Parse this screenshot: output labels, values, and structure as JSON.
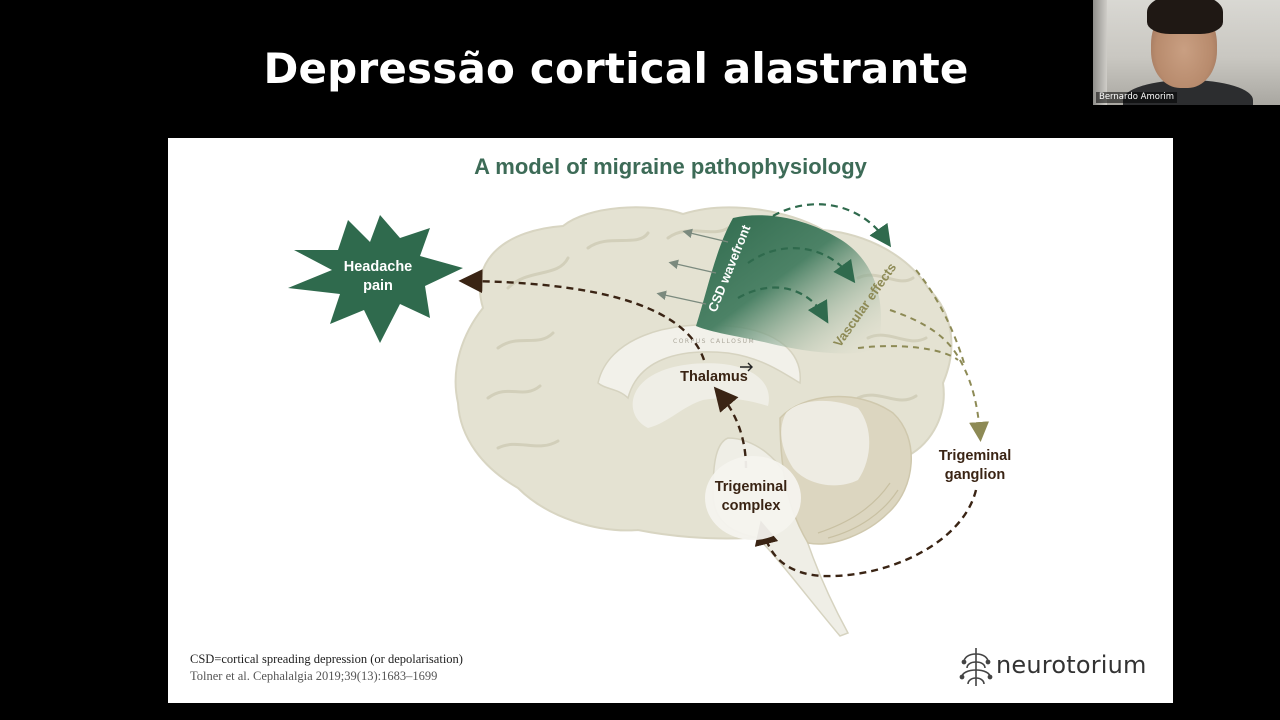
{
  "slide": {
    "title": "Depressão cortical alastrante"
  },
  "webcam": {
    "participant_name": "Bernardo Amorim"
  },
  "figure": {
    "title": "A model of migraine pathophysiology",
    "labels": {
      "headache_line1": "Headache",
      "headache_line2": "pain",
      "csd_wavefront": "CSD wavefront",
      "vascular_effects": "Vascular effects",
      "thalamus": "Thalamus",
      "corpus_callosum": "CORPUS CALLOSUM",
      "trigeminal_complex_line1": "Trigeminal",
      "trigeminal_complex_line2": "complex",
      "trigeminal_ganglion_line1": "Trigeminal",
      "trigeminal_ganglion_line2": "ganglion"
    },
    "footnote": "CSD=cortical spreading depression (or depolarisation)",
    "citation": "Tolner et al. Cephalalgia 2019;39(13):1683–1699"
  },
  "logo": {
    "text": "neurotorium",
    "icon": "neurotorium-logo-icon"
  },
  "colors": {
    "title_green": "#3d6b57",
    "csd_green": "#2f6a4d",
    "vascular_olive": "#8d8a55",
    "dark_arrow": "#3a2414",
    "brain_fill": "#e4e2d2"
  }
}
